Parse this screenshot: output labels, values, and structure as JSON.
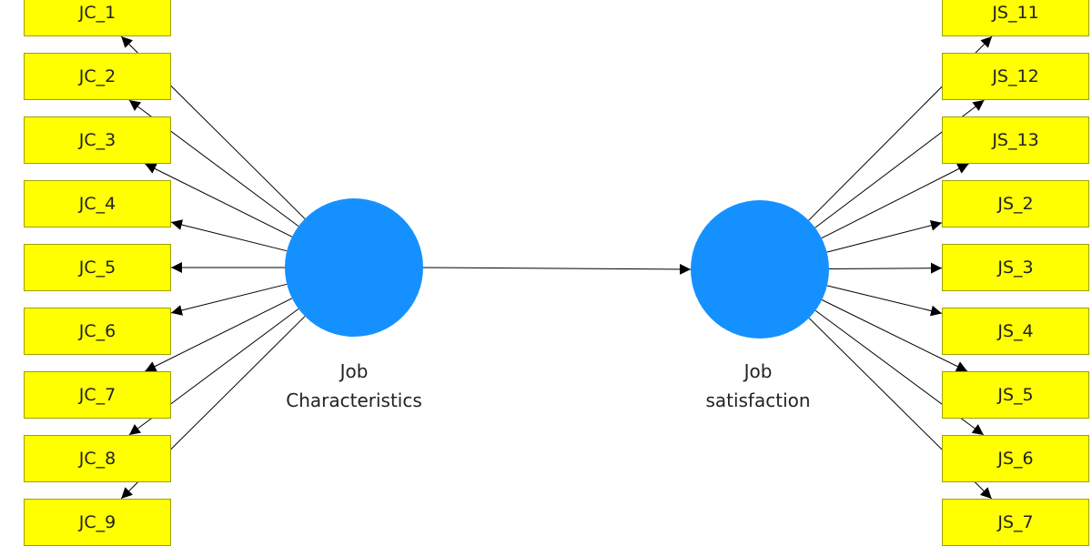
{
  "constructs": {
    "job_characteristics": {
      "label_line1": "Job",
      "label_line2": "Characteristics",
      "indicators": [
        "JC_1",
        "JC_2",
        "JC_3",
        "JC_4",
        "JC_5",
        "JC_6",
        "JC_7",
        "JC_8",
        "JC_9"
      ]
    },
    "job_satisfaction": {
      "label_line1": "Job",
      "label_line2": "satisfaction",
      "indicators": [
        "JS_11",
        "JS_12",
        "JS_13",
        "JS_2",
        "JS_3",
        "JS_4",
        "JS_5",
        "JS_6",
        "JS_7"
      ]
    }
  },
  "colors": {
    "construct_fill": "#1591ff",
    "indicator_fill": "#ffff00",
    "edge": "#000000"
  }
}
